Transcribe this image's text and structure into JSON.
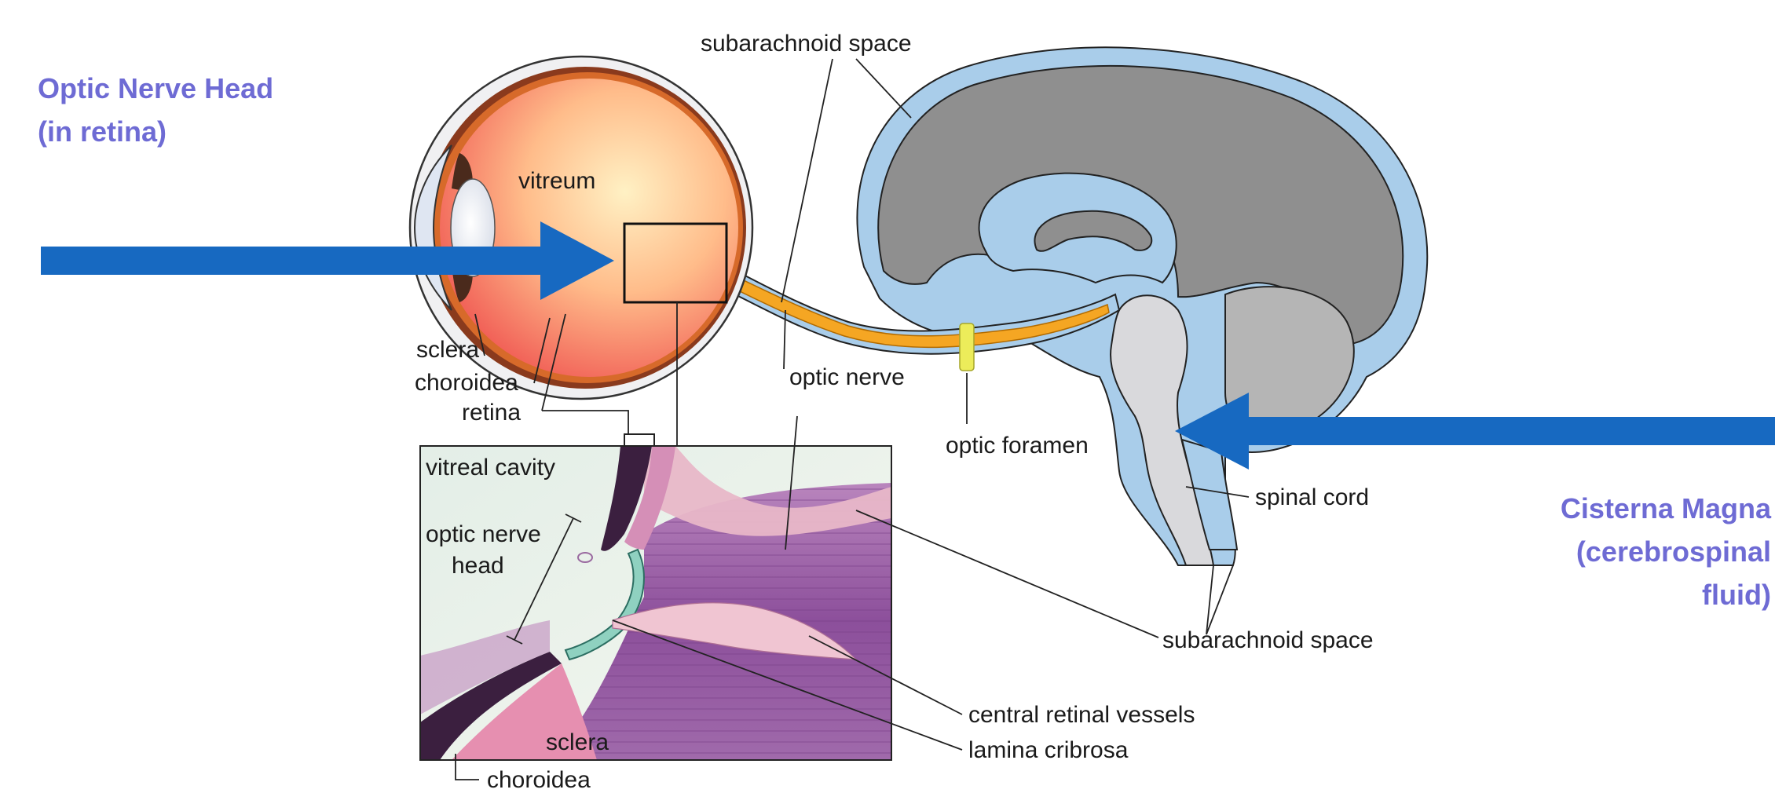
{
  "callouts": {
    "optic_nerve_head": [
      "Optic Nerve Head",
      "(in retina)"
    ],
    "cisterna_magna": [
      "Cisterna Magna",
      "(cerebrospinal",
      "fluid)"
    ]
  },
  "labels": {
    "subarachnoid_space_top": "subarachnoid space",
    "vitreum": "vitreum",
    "sclera": "sclera",
    "choroidea": "choroidea",
    "retina": "retina",
    "optic_nerve": "optic nerve",
    "optic_foramen": "optic foramen",
    "spinal_cord": "spinal cord",
    "subarachnoid_space_bottom": "subarachnoid space",
    "vitreal_cavity": "vitreal cavity",
    "optic_nerve_head_line1": "optic nerve",
    "optic_nerve_head_line2": "head",
    "central_retinal_vessels": "central retinal vessels",
    "lamina_cribrosa": "lamina cribrosa",
    "inset_sclera": "sclera",
    "inset_choroidea": "choroidea"
  },
  "colors": {
    "callout_text": "#6e6bd4",
    "arrow": "#1769c1",
    "csf_blue": "#a9cdea",
    "brain_gray": "#8f8f8f",
    "optic_nerve_orange": "#f5a623",
    "foramen_yellow": "#ecec5a",
    "nerve_head_teal": "#8fd1c0"
  },
  "icons": {
    "left_arrow": "arrow-right-icon",
    "right_arrow": "arrow-left-icon"
  }
}
